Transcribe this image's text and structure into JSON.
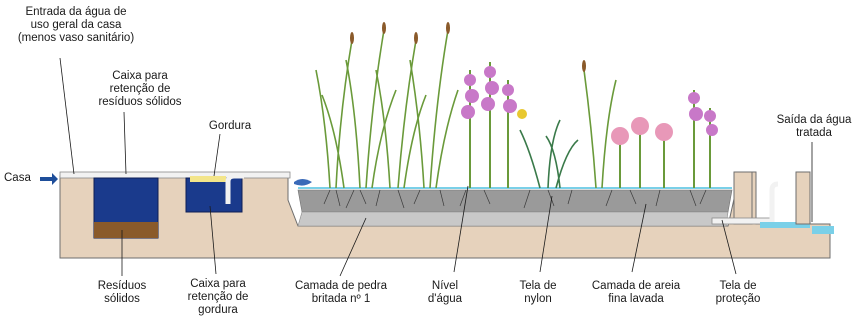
{
  "labels": {
    "entrada_l1": "Entrada da água de",
    "entrada_l2": "uso geral da casa",
    "entrada_l3": "(menos vaso sanitário)",
    "caixa_solidos_l1": "Caixa para",
    "caixa_solidos_l2": "retenção de",
    "caixa_solidos_l3": "resíduos sólidos",
    "gordura": "Gordura",
    "casa": "Casa",
    "saida_l1": "Saída da água",
    "saida_l2": "tratada",
    "residuos_l1": "Resíduos",
    "residuos_l2": "sólidos",
    "caixa_gordura_l1": "Caixa para",
    "caixa_gordura_l2": "retenção de",
    "caixa_gordura_l3": "gordura",
    "pedra_l1": "Camada de pedra",
    "pedra_l2": "britada nº 1",
    "nivel_l1": "Nível",
    "nivel_l2": "d'água",
    "nylon_l1": "Tela de",
    "nylon_l2": "nylon",
    "areia_l1": "Camada de areia",
    "areia_l2": "fina lavada",
    "protecao_l1": "Tela de",
    "protecao_l2": "proteção"
  },
  "colors": {
    "tank_fill": "#e6d2bc",
    "tank_outline": "#6e6e6e",
    "water_blue": "#1a3a8c",
    "sludge_brown": "#8a5a2a",
    "gravel": "#9a9a9a",
    "sand": "#c8c8c8",
    "leaf_green": "#6a9a3a",
    "flower_pink": "#c878c8",
    "clear_water": "#7ad0e8",
    "arrow_blue": "#1e4e9a"
  }
}
